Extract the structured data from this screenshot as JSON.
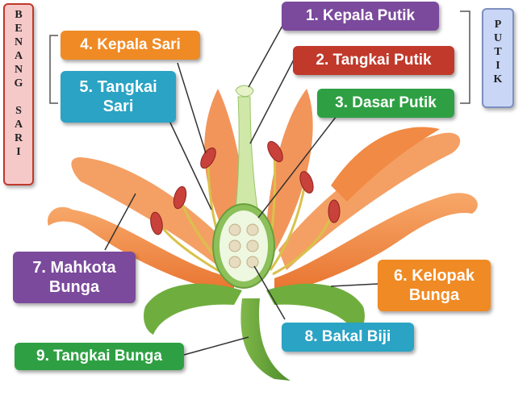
{
  "labels": {
    "kepala_putik": "1. Kepala Putik",
    "tangkai_putik": "2. Tangkai Putik",
    "dasar_putik": "3. Dasar Putik",
    "kepala_sari": "4. Kepala Sari",
    "tangkai_sari": "5. Tangkai\nSari",
    "kelopak_bunga": "6. Kelopak\nBunga",
    "mahkota_bunga": "7. Mahkota\nBunga",
    "bakal_biji": "8. Bakal Biji",
    "tangkai_bunga": "9. Tangkai Bunga"
  },
  "groups": {
    "benang_sari": [
      "B",
      "E",
      "N",
      "A",
      "N",
      "G",
      "",
      "S",
      "A",
      "R",
      "I"
    ],
    "putik": [
      "P",
      "U",
      "T",
      "I",
      "K"
    ]
  },
  "colors": {
    "purple": "#7b4a9c",
    "red": "#c0392b",
    "green": "#2ea043",
    "orange": "#f08a24",
    "teal": "#2aa3c4",
    "benang_sari_box": "#f6c9c9",
    "putik_box": "#c9d6f6"
  }
}
